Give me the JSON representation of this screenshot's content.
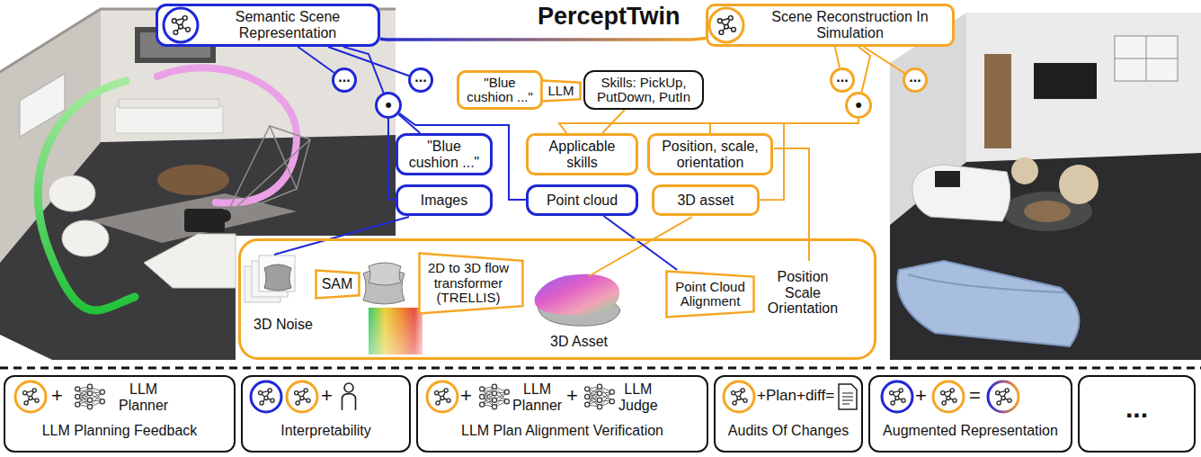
{
  "diagram": {
    "title": "PerceptTwin",
    "nodes": [
      {
        "text": [
          "Semantic Scene Representation"
        ]
      },
      {
        "text": [
          "Scene Reconstruction In Simulation"
        ]
      },
      {
        "text": [
          "..."
        ]
      },
      {
        "text": [
          "•"
        ]
      },
      {
        "text": [
          "..."
        ]
      },
      {
        "text": [
          "..."
        ]
      },
      {
        "text": [
          "•"
        ]
      },
      {
        "text": [
          "..."
        ]
      },
      {
        "text": [
          "\"Blue cushion ...\""
        ]
      },
      {
        "text": [
          "LLM"
        ]
      },
      {
        "text": [
          "Skills: PickUp, PutDown, PutIn"
        ]
      },
      {
        "text": [
          "\"Blue cushion ...\""
        ]
      },
      {
        "text": [
          "Applicable skills"
        ]
      },
      {
        "text": [
          "Position, scale, orientation"
        ]
      },
      {
        "text": [
          "Images"
        ]
      },
      {
        "text": [
          "Point cloud"
        ]
      },
      {
        "text": [
          "3D asset"
        ]
      },
      {
        "text": [
          "3D Noise",
          "3D Asset",
          "Position Scale Orientation"
        ]
      },
      {
        "text": [
          "SAM"
        ],
        "in": 17
      },
      {
        "text": [
          "2D to 3D flow transformer (TRELLIS)"
        ],
        "in": 17
      },
      {
        "text": [
          "Point Cloud Alignment"
        ],
        "in": 17
      },
      {
        "text": [
          "+",
          "LLM Planner",
          "LLM Planning Feedback"
        ]
      },
      {
        "text": [
          "+",
          "Interpretability"
        ]
      },
      {
        "text": [
          "+",
          "LLM Planner",
          "+",
          "LLM Judge",
          "LLM Plan Alignment Verification"
        ]
      },
      {
        "text": [
          "+Plan+diff=",
          "Audits Of Changes"
        ]
      },
      {
        "text": [
          "+",
          "=",
          "Augmented Representation"
        ]
      },
      {
        "text": [
          "..."
        ]
      }
    ],
    "edges": [
      {
        "from": 0,
        "to": 1,
        "arrow": "none"
      },
      {
        "from": 0,
        "to": 2,
        "arrow": "none"
      },
      {
        "from": 0,
        "to": 3,
        "arrow": "none"
      },
      {
        "from": 0,
        "to": 4,
        "arrow": "none"
      },
      {
        "from": 3,
        "to": 11,
        "arrow": "none"
      },
      {
        "from": 3,
        "to": 14,
        "arrow": "none"
      },
      {
        "from": 3,
        "to": 15,
        "arrow": "none"
      },
      {
        "from": 1,
        "to": 5,
        "arrow": "none"
      },
      {
        "from": 1,
        "to": 6,
        "arrow": "none"
      },
      {
        "from": 1,
        "to": 7,
        "arrow": "none"
      },
      {
        "from": 6,
        "to": 12,
        "arrow": "none"
      },
      {
        "from": 6,
        "to": 13,
        "arrow": "none"
      },
      {
        "from": 6,
        "to": 16,
        "arrow": "none"
      },
      {
        "from": 10,
        "to": 12,
        "arrow": "none"
      },
      {
        "from": 15,
        "to": 20,
        "arrow": "none"
      }
    ]
  }
}
